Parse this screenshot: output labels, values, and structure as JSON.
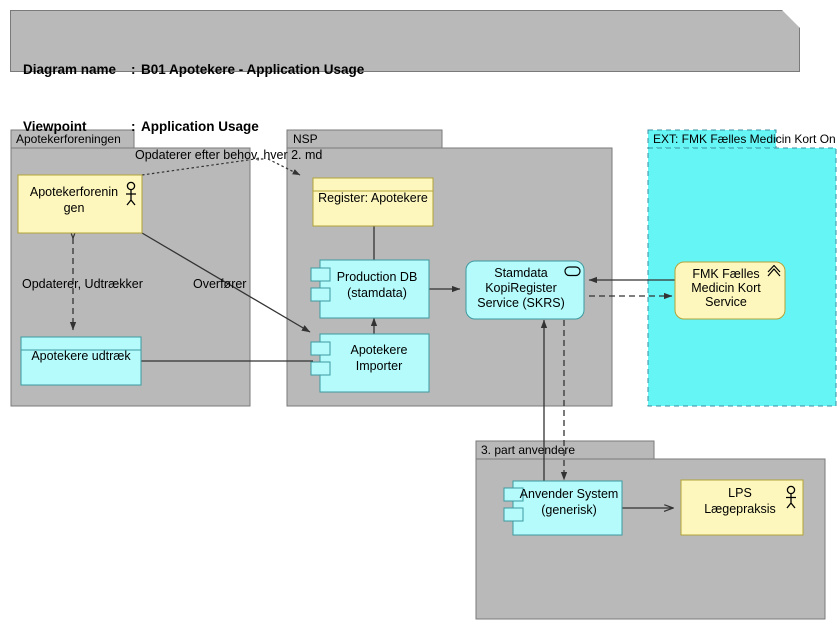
{
  "header": {
    "diagram_name_label": "Diagram name",
    "diagram_name_value": "B01 Apotekere - Application Usage",
    "viewpoint_label": "Viewpoint",
    "viewpoint_value": "Application Usage",
    "separator": ":"
  },
  "colors": {
    "group_gray": "#b9b9b9",
    "group_border": "#7a7a7a",
    "ext_cyan": "#66f5f5",
    "node_yellow": "#fdf7bd",
    "node_yellow_border": "#b3a338",
    "node_cyan": "#b5fbfb",
    "node_cyan_border": "#3d9aa0",
    "connector": "#333333",
    "page_background": "#ffffff"
  },
  "groups": [
    {
      "id": "apotekerforeningen",
      "label": "Apotekerforeningen",
      "style": "gray"
    },
    {
      "id": "nsp",
      "label": "NSP",
      "style": "gray"
    },
    {
      "id": "ext_fmk",
      "label": "EXT: FMK Fælles Medicin Kort On",
      "style": "ext-cyan"
    },
    {
      "id": "tredjepart",
      "label": "3. part anvendere",
      "style": "gray"
    }
  ],
  "nodes": [
    {
      "id": "apotekerforeningen_actor",
      "lines": [
        "Apotekerforenin",
        "gen"
      ],
      "shape": "rect",
      "fill": "yellow",
      "icon": "actor-icon"
    },
    {
      "id": "apotekere_udtraek",
      "lines": [
        "Apotekere udtræk"
      ],
      "shape": "data-object",
      "fill": "cyan",
      "icon": "none"
    },
    {
      "id": "register_apotekere",
      "lines": [
        "Register: Apotekere"
      ],
      "shape": "data-object",
      "fill": "yellow",
      "icon": "none"
    },
    {
      "id": "production_db",
      "lines": [
        "Production DB",
        "(stamdata)"
      ],
      "shape": "component",
      "fill": "cyan",
      "icon": "component-icon"
    },
    {
      "id": "apotekere_importer",
      "lines": [
        "Apotekere",
        "Importer"
      ],
      "shape": "component",
      "fill": "cyan",
      "icon": "component-icon"
    },
    {
      "id": "skrs",
      "lines": [
        "Stamdata",
        "KopiRegister",
        "Service (SKRS)"
      ],
      "shape": "rounded",
      "fill": "cyan",
      "icon": "application-service-icon"
    },
    {
      "id": "fmk_service",
      "lines": [
        "FMK Fælles",
        "Medicin Kort",
        "Service"
      ],
      "shape": "rounded",
      "fill": "yellow",
      "icon": "business-service-icon"
    },
    {
      "id": "anvender_system",
      "lines": [
        "Anvender System",
        "(generisk)"
      ],
      "shape": "component",
      "fill": "cyan",
      "icon": "component-icon"
    },
    {
      "id": "lps_laegepraksis",
      "lines": [
        "LPS",
        "Lægepraksis"
      ],
      "shape": "rect",
      "fill": "yellow",
      "icon": "actor-icon"
    }
  ],
  "connector_labels": [
    {
      "id": "opdaterer_efter_behov",
      "text": "Opdaterer efter behov, hver 2. md"
    },
    {
      "id": "opdaterer_udtraekker",
      "text": "Opdaterer, Udtrækker"
    },
    {
      "id": "overfoerer",
      "text": "Overfører"
    }
  ]
}
